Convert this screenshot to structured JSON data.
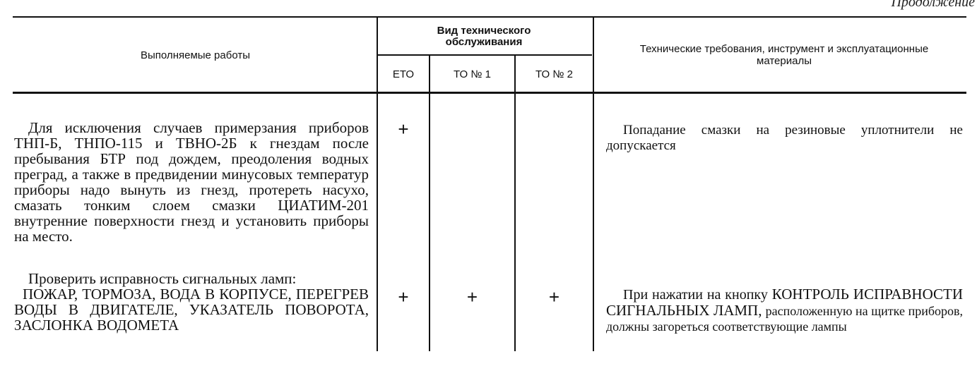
{
  "corner_text": "Продолжение",
  "table": {
    "header": {
      "works": "Выполняемые работы",
      "maintenance_type": "Вид технического обслуживания",
      "eto": "ЕТО",
      "to1": "ТО № 1",
      "to2": "ТО № 2",
      "requirements": "Технические требования, инструмент и эксплуатационные материалы"
    },
    "rows": [
      {
        "work": "Для исключения случаев примерзания приборов ТНП-Б, ТНПО-115 и ТВНО-2Б к гнездам после пребывания БТР под дождем, преодоления водных преград, а также в предвидении минусовых температур приборы надо вынуть из гнезд, протереть насухо, смазать тонким слоем смазки ЦИАТИМ-201 внутренние поверхности гнезд и установить приборы на место.",
        "eto": "+",
        "to1": "",
        "to2": "",
        "requirement": "Попадание смазки на резиновые уплотнители не допускается"
      },
      {
        "work_intro": "Проверить исправность сигнальных ламп:",
        "work_caps": "ПОЖАР, ТОРМОЗА, ВОДА В КОРПУСЕ, ПЕРЕГРЕВ ВОДЫ В ДВИГАТЕЛЕ, УКАЗАТЕЛЬ ПОВОРОТА, ЗАСЛОНКА ВОДОМЕТА",
        "eto": "+",
        "to1": "+",
        "to2": "+",
        "requirement_start": "При нажатии на кнопку",
        "requirement_caps": "КОНТРОЛЬ ИСПРАВНОСТИ СИГНАЛЬНЫХ ЛАМП,",
        "requirement_end": "расположенную на щитке приборов, должны загореться соответствующие лампы"
      }
    ]
  }
}
